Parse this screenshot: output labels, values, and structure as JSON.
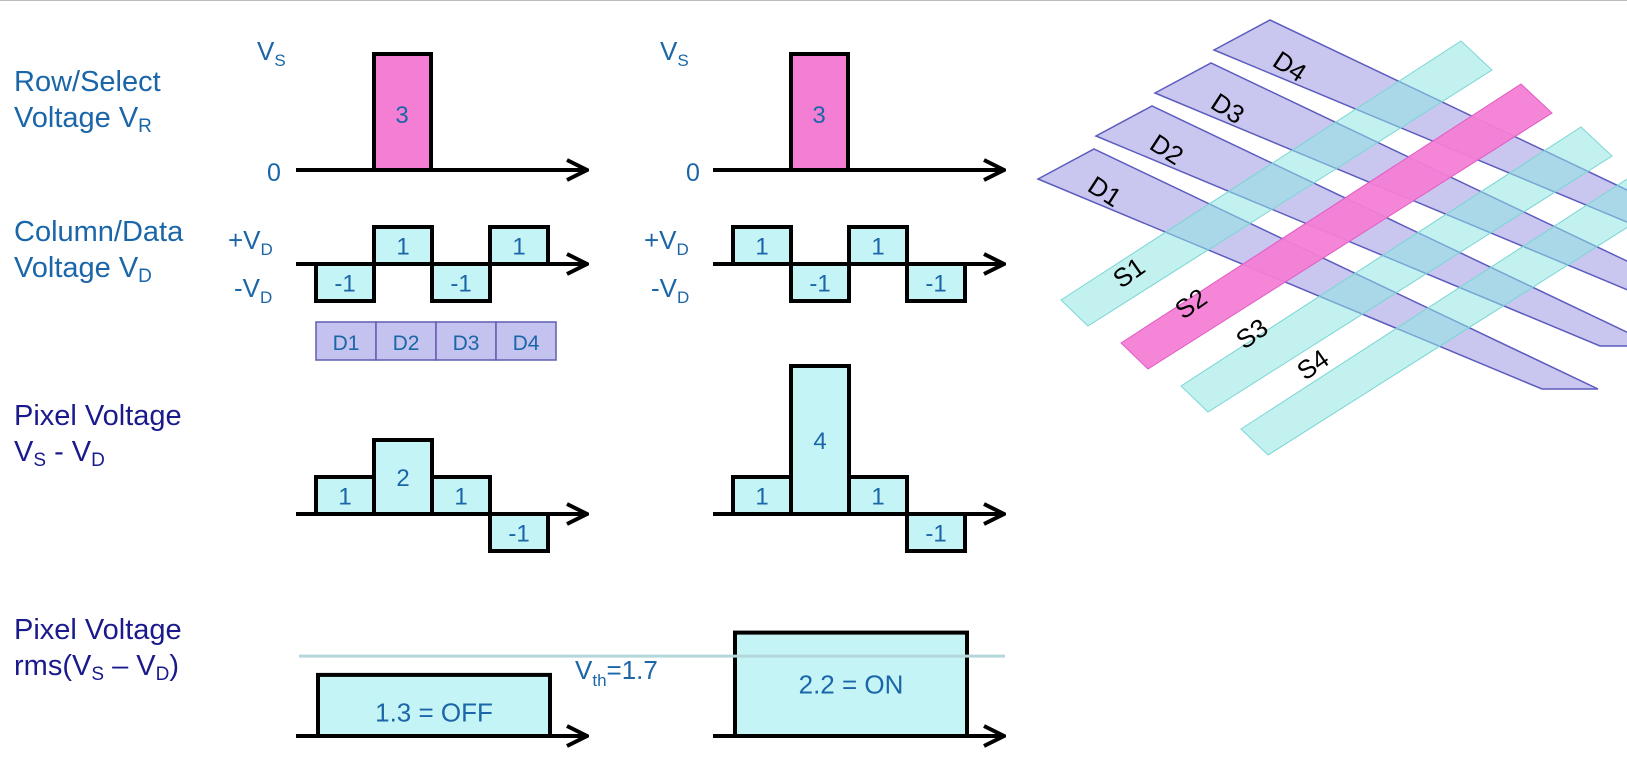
{
  "row_labels": {
    "row_select": {
      "line1": "Row/Select",
      "line2_prefix": "Voltage V",
      "line2_sub": "R"
    },
    "column_data": {
      "line1": "Column/Data",
      "line2_prefix": "Voltage V",
      "line2_sub": "D"
    },
    "pixel_voltage": {
      "line1": "Pixel Voltage",
      "v": "V",
      "s_sub": "S",
      "minus": " - V",
      "d_sub": "D"
    },
    "pixel_rms": {
      "line1": "Pixel Voltage",
      "prefix": "rms(V",
      "s_sub": "S",
      "dash": " – V",
      "d_sub": "D",
      "suffix": ")"
    }
  },
  "axis_labels": {
    "vs": "V",
    "vs_sub": "S",
    "zero": "0",
    "plus_vd": "+V",
    "minus_vd": "-V",
    "vd_sub": "D"
  },
  "row_pulse_value": "3",
  "data_segments": [
    "D1",
    "D2",
    "D3",
    "D4"
  ],
  "left_column": {
    "data_levels": [
      -1,
      1,
      -1,
      1
    ],
    "pixel_levels": [
      1,
      2,
      1,
      -1
    ],
    "rms_label": "1.3 = OFF",
    "rms_value": 1.3
  },
  "right_column": {
    "data_levels": [
      1,
      -1,
      1,
      -1
    ],
    "pixel_levels": [
      1,
      4,
      1,
      -1
    ],
    "rms_label": "2.2 = ON",
    "rms_value": 2.2
  },
  "threshold": {
    "prefix": "V",
    "sub": "th",
    "suffix": "=1.7",
    "value": 1.7
  },
  "matrix": {
    "data_lines": [
      "D1",
      "D2",
      "D3",
      "D4"
    ],
    "select_lines": [
      "S1",
      "S2",
      "S3",
      "S4"
    ],
    "selected_line": "S2"
  },
  "colors": {
    "accent_blue": "#1b66a8",
    "label_navy": "#1a1a8c",
    "pulse_pink": "#f47ed4",
    "box_cyan": "#c4f4f6",
    "data_band": "#c4c2ee",
    "select_band": "#8fe6e4",
    "threshold_line": "#b4d7dc"
  }
}
